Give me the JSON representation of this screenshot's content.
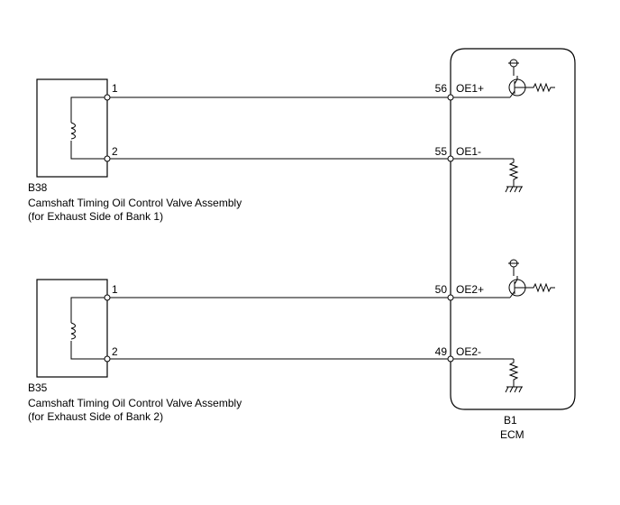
{
  "components": {
    "b38": {
      "code": "B38",
      "name": "Camshaft Timing Oil Control Valve Assembly",
      "sub": "(for Exhaust Side of Bank 1)",
      "pin_top": "1",
      "pin_bottom": "2"
    },
    "b35": {
      "code": "B35",
      "name": "Camshaft Timing Oil Control Valve Assembly",
      "sub": "(for Exhaust Side of Bank 2)",
      "pin_top": "1",
      "pin_bottom": "2"
    },
    "ecm": {
      "code": "B1",
      "name": "ECM"
    }
  },
  "ecm_pins": {
    "oe1p": {
      "num": "56",
      "name": "OE1+"
    },
    "oe1n": {
      "num": "55",
      "name": "OE1-"
    },
    "oe2p": {
      "num": "50",
      "name": "OE2+"
    },
    "oe2n": {
      "num": "49",
      "name": "OE2-"
    }
  }
}
